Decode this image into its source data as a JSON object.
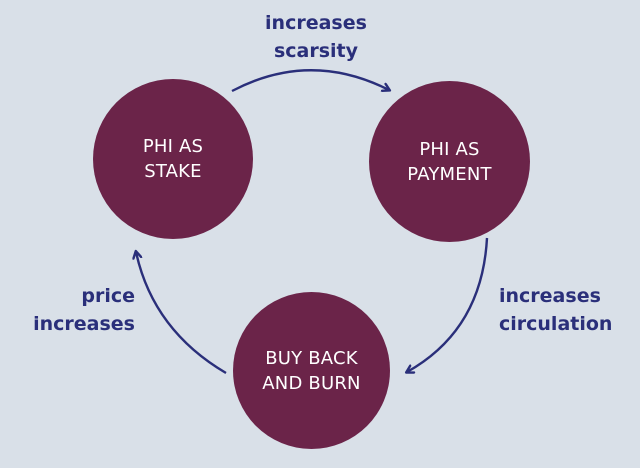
{
  "nodes": {
    "stake": {
      "line1": "PHI AS",
      "line2": "STAKE"
    },
    "payment": {
      "line1": "PHI AS",
      "line2": "PAYMENT"
    },
    "burn": {
      "line1": "BUY BACK",
      "line2": "AND BURN"
    }
  },
  "edges": {
    "stake_to_payment": {
      "line1": "increases",
      "line2": "scarsity"
    },
    "payment_to_burn": {
      "line1": "increases",
      "line2": "circulation"
    },
    "burn_to_stake": {
      "line1": "price",
      "line2": "increases"
    }
  },
  "colors": {
    "background": "#d9e0e8",
    "node_fill": "#6b2449",
    "node_text": "#ffffff",
    "arrow": "#2a2f7a",
    "label_text": "#2a2f7a"
  }
}
